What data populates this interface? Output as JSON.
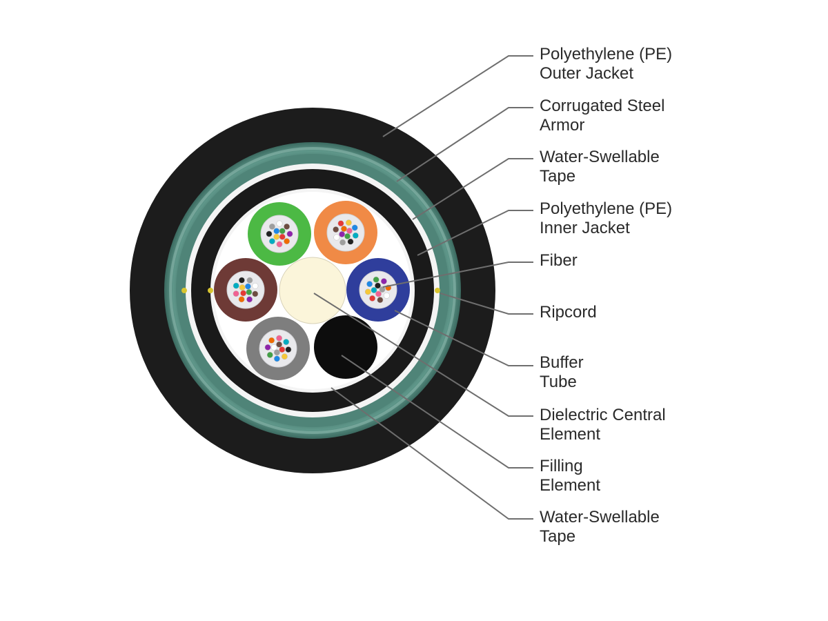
{
  "colors": {
    "outer_jacket": "#1c1c1c",
    "armor": "#4f8478",
    "armor_highlight": "#8fbcb0",
    "tape": "#f4f4f4",
    "inner_jacket": "#1a1a1a",
    "core_background": "#ffffff",
    "central_element": "#fbf5da",
    "filling_element": "#0d0d0d",
    "ripcord": "#d8c530",
    "leader_line": "#6e6e6e",
    "label_text": "#2a2a2a"
  },
  "buffer_tubes": [
    {
      "name": "green-tube",
      "color": "#4cb944"
    },
    {
      "name": "orange-tube",
      "color": "#f08a46"
    },
    {
      "name": "blue-tube",
      "color": "#2f3e9c"
    },
    {
      "name": "gray-tube",
      "color": "#7e7e7e"
    },
    {
      "name": "brown-tube",
      "color": "#6e3a36"
    }
  ],
  "fiber_colors": [
    "#e53935",
    "#f6c83a",
    "#1e88e5",
    "#43a047",
    "#8e24aa",
    "#ef6c00",
    "#f06292",
    "#00acc1",
    "#212121",
    "#9e9e9e",
    "#ffffff",
    "#6d4c41"
  ],
  "labels": [
    {
      "id": "pe-outer-jacket",
      "lines": [
        "Polyethylene (PE)",
        "Outer Jacket"
      ]
    },
    {
      "id": "corrugated-steel-armor",
      "lines": [
        "Corrugated Steel",
        "Armor"
      ]
    },
    {
      "id": "water-swellable-tape-outer",
      "lines": [
        "Water-Swellable",
        "Tape"
      ]
    },
    {
      "id": "pe-inner-jacket",
      "lines": [
        "Polyethylene (PE)",
        "Inner Jacket"
      ]
    },
    {
      "id": "fiber",
      "lines": [
        "Fiber"
      ]
    },
    {
      "id": "ripcord",
      "lines": [
        "Ripcord"
      ]
    },
    {
      "id": "buffer-tube",
      "lines": [
        "Buffer",
        "Tube"
      ]
    },
    {
      "id": "dielectric-central-element",
      "lines": [
        "Dielectric Central",
        "Element"
      ]
    },
    {
      "id": "filling-element",
      "lines": [
        "Filling",
        "Element"
      ]
    },
    {
      "id": "water-swellable-tape-inner",
      "lines": [
        "Water-Swellable",
        "Tape"
      ]
    }
  ]
}
